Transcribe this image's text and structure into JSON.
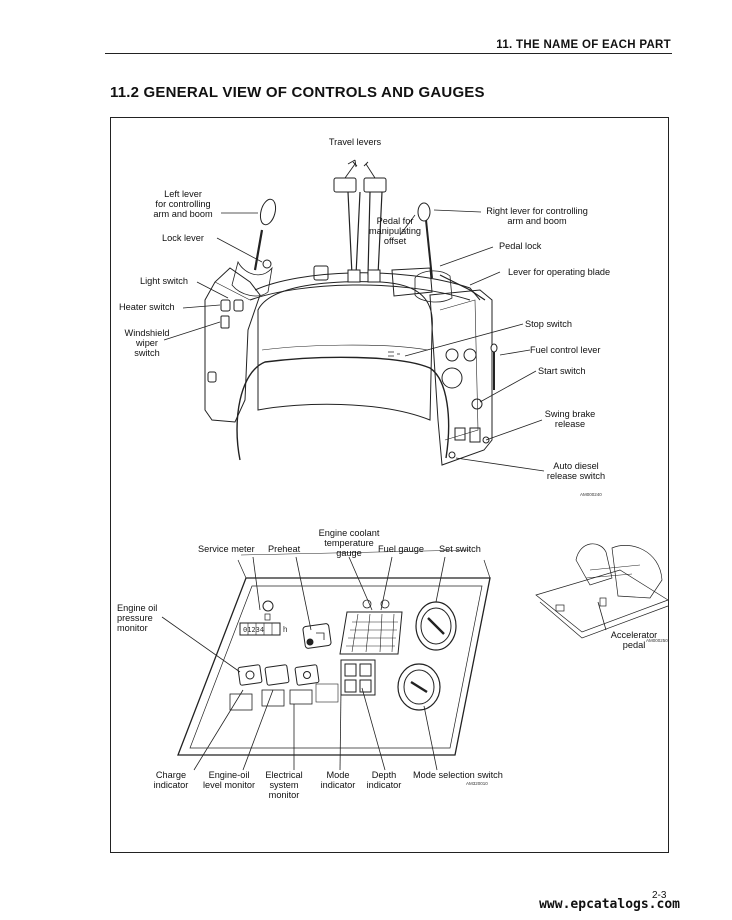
{
  "header": {
    "chapter": "11.  THE NAME OF EACH PART"
  },
  "section": {
    "title": "11.2  GENERAL VIEW OF CONTROLS AND GAUGES"
  },
  "top_labels": {
    "travel_levers": "Travel levers",
    "left_lever": "Left lever\nfor controlling\narm and boom",
    "lock_lever": "Lock lever",
    "light_switch": "Light switch",
    "heater_switch": "Heater switch",
    "windshield_wiper": "Windshield\nwiper\nswitch",
    "pedal_offset": "Pedal for\nmanipulating\noffset",
    "right_lever": "Right lever for controlling\narm and boom",
    "pedal_lock": "Pedal lock",
    "blade_lever": "Lever for operating blade",
    "stop_switch": "Stop switch",
    "fuel_control": "Fuel control lever",
    "start_switch": "Start switch",
    "swing_brake": "Swing brake\nrelease",
    "auto_diesel": "Auto diesel\nrelease switch",
    "code": "AM000240"
  },
  "panel_labels": {
    "engine_coolant": "Engine coolant\ntemperature\ngauge",
    "service_meter": "Service meter",
    "preheat": "Preheat",
    "fuel_gauge": "Fuel gauge",
    "set_switch": "Set switch",
    "engine_oil_pressure": "Engine oil\npressure\nmonitor",
    "accelerator_pedal": "Accelerator\npedal",
    "accel_code": "AM000250",
    "charge_indicator": "Charge\nindicator",
    "engine_oil_level": "Engine-oil\nlevel monitor",
    "electrical_system": "Electrical\nsystem\nmonitor",
    "mode_indicator": "Mode\nindicator",
    "depth_indicator": "Depth\nindicator",
    "mode_selection": "Mode selection switch",
    "panel_code": "AM320010",
    "meter_reading": "01234",
    "meter_unit": "h"
  },
  "footer": {
    "site": "www.epcatalogs.com",
    "page": "2-3"
  }
}
